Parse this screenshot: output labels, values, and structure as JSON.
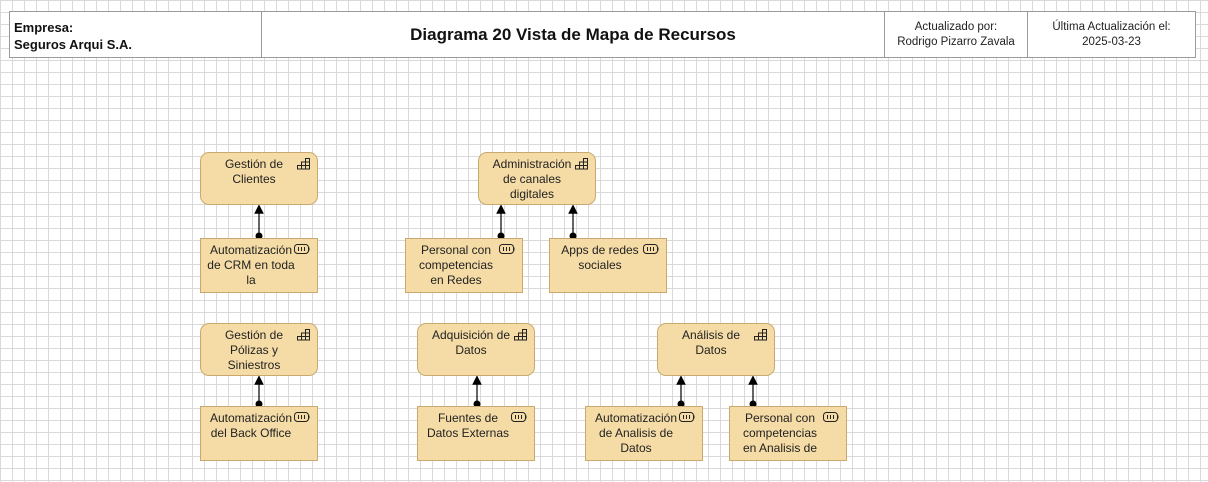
{
  "header": {
    "company_label": "Empresa:",
    "company_name": "Seguros Arqui S.A.",
    "title": "Diagrama 20 Vista de Mapa de Recursos",
    "updated_by_label": "Actualizado por:",
    "updated_by": "Rodrigo Pizarro Zavala",
    "last_update_label": "Última Actualización el:",
    "last_update": "2025-03-23"
  },
  "capabilities": [
    {
      "id": "cap1",
      "label": "Gestión de Clientes",
      "icon": "capability-icon"
    },
    {
      "id": "cap2",
      "label": "Administración de canales digitales",
      "icon": "capability-icon"
    },
    {
      "id": "cap3",
      "label": "Gestión de Pólizas y Siniestros",
      "icon": "capability-icon"
    },
    {
      "id": "cap4",
      "label": "Adquisición de Datos",
      "icon": "capability-icon"
    },
    {
      "id": "cap5",
      "label": "Análisis de Datos",
      "icon": "capability-icon"
    }
  ],
  "resources": [
    {
      "id": "res1",
      "label": "Automatización de CRM en toda la",
      "icon": "resource-icon"
    },
    {
      "id": "res2",
      "label": "Personal con competencias en Redes",
      "icon": "resource-icon"
    },
    {
      "id": "res3",
      "label": "Apps de redes sociales",
      "icon": "resource-icon"
    },
    {
      "id": "res4",
      "label": "Automatización del Back Office",
      "icon": "resource-icon"
    },
    {
      "id": "res5",
      "label": "Fuentes de Datos Externas",
      "icon": "resource-icon"
    },
    {
      "id": "res6",
      "label": "Automatización de Analisis de Datos",
      "icon": "resource-icon"
    },
    {
      "id": "res7",
      "label": "Personal con competencias en Analisis de",
      "icon": "resource-icon"
    }
  ],
  "relations": [
    {
      "from": "res1",
      "to": "cap1"
    },
    {
      "from": "res2",
      "to": "cap2"
    },
    {
      "from": "res3",
      "to": "cap2"
    },
    {
      "from": "res4",
      "to": "cap3"
    },
    {
      "from": "res5",
      "to": "cap4"
    },
    {
      "from": "res6",
      "to": "cap5"
    },
    {
      "from": "res7",
      "to": "cap5"
    }
  ],
  "colors": {
    "node_fill": "#f5dca6",
    "node_border": "#c9a970",
    "connector": "#000000",
    "grid": "#d9d9d9"
  }
}
